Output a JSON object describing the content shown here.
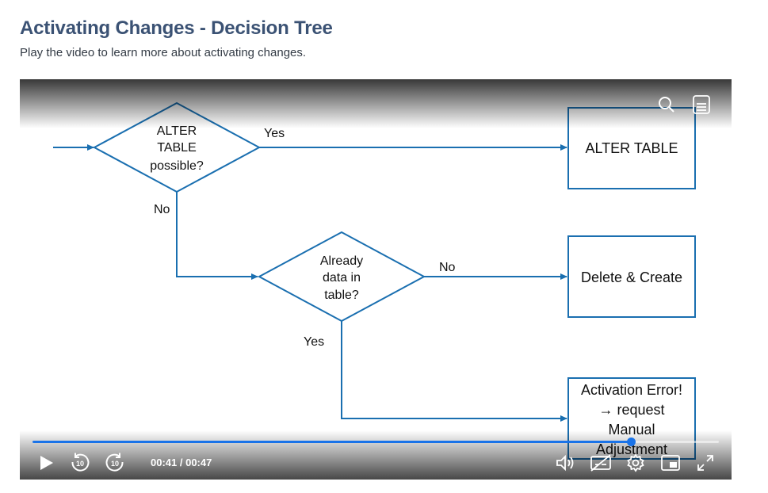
{
  "page": {
    "title": "Activating Changes - Decision Tree",
    "subtitle": "Play the video to learn more about activating changes."
  },
  "diagram": {
    "decision1": {
      "lines": [
        "ALTER",
        "TABLE",
        "possible?"
      ]
    },
    "decision2": {
      "lines": [
        "Already",
        "data in",
        "table?"
      ]
    },
    "box_alter": "ALTER TABLE",
    "box_delete": "Delete & Create",
    "box_error": {
      "lines": [
        "Activation Error!",
        "→ request",
        "Manual",
        "Adjustment"
      ]
    },
    "label_yes_1": "Yes",
    "label_no_1": "No",
    "label_no_2": "No",
    "label_yes_2": "Yes",
    "line_color": "#1a6fb0"
  },
  "player": {
    "time_display": "00:41 / 00:47",
    "progress": 0.872,
    "accent_color": "#1a73e8",
    "controls": [
      "play-icon",
      "rewind-10-icon",
      "forward-10-icon",
      "volume-icon",
      "captions-off-icon",
      "settings-icon",
      "picture-in-picture-icon",
      "fullscreen-icon"
    ],
    "top_icons": [
      "search-icon",
      "transcript-icon"
    ],
    "rewind_label": "10",
    "forward_label": "10"
  }
}
